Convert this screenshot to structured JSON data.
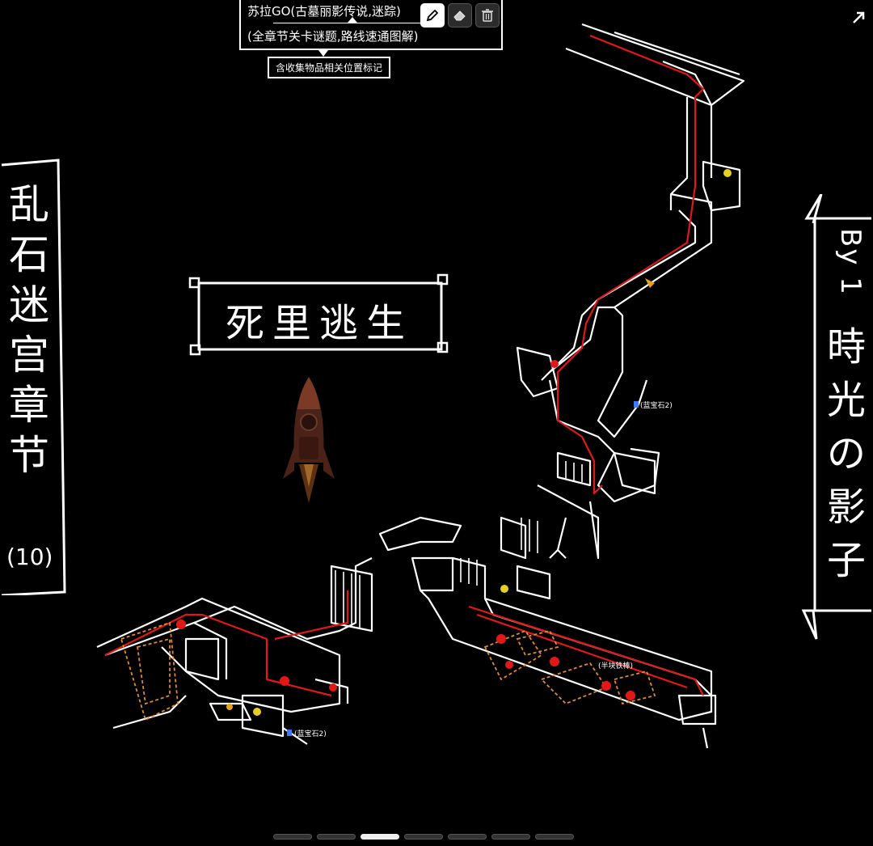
{
  "header": {
    "line1": "苏拉GO(古墓丽影传说,迷踪)",
    "line2": "(全章节关卡谜题,路线速通图解)",
    "subtitle": "含收集物品相关位置标记"
  },
  "tools": {
    "pencil": "pencil-icon",
    "eraser": "eraser-icon",
    "trash": "trash-icon"
  },
  "left_title": {
    "main": "乱石迷宫章节",
    "sub": "(10)"
  },
  "right_author": {
    "by": "By 1",
    "name": "時光の影子"
  },
  "center_title": "死里逃生",
  "map_notes": {
    "note1": "(蓝宝石2)",
    "note2": "(蓝宝石2)",
    "note3": "(半块铁棒)"
  },
  "pager": {
    "count": 7,
    "active_index": 2
  },
  "colors": {
    "background": "#000000",
    "line": "#ffffff",
    "path": "#e01818",
    "orange": "#e08a30",
    "yellow": "#e8d020",
    "blue": "#3a7bff"
  }
}
